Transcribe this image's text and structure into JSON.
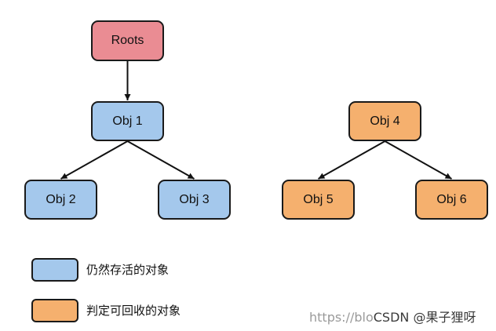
{
  "nodes": {
    "roots": {
      "label": "Roots",
      "color": "#ea8c93"
    },
    "obj1": {
      "label": "Obj 1",
      "color": "#a4c8ec"
    },
    "obj2": {
      "label": "Obj 2",
      "color": "#a4c8ec"
    },
    "obj3": {
      "label": "Obj 3",
      "color": "#a4c8ec"
    },
    "obj4": {
      "label": "Obj 4",
      "color": "#f5b06e"
    },
    "obj5": {
      "label": "Obj 5",
      "color": "#f5b06e"
    },
    "obj6": {
      "label": "Obj 6",
      "color": "#f5b06e"
    }
  },
  "edges": [
    {
      "from": "roots",
      "to": "obj1"
    },
    {
      "from": "obj1",
      "to": "obj2"
    },
    {
      "from": "obj1",
      "to": "obj3"
    },
    {
      "from": "obj4",
      "to": "obj5"
    },
    {
      "from": "obj4",
      "to": "obj6"
    }
  ],
  "legend": {
    "alive": {
      "label": "仍然存活的对象",
      "color": "#a4c8ec"
    },
    "garbage": {
      "label": "判定可回收的对象",
      "color": "#f5b06e"
    }
  },
  "watermark": {
    "url": "https://blo",
    "brand": "CSDN @果子狸呀"
  }
}
